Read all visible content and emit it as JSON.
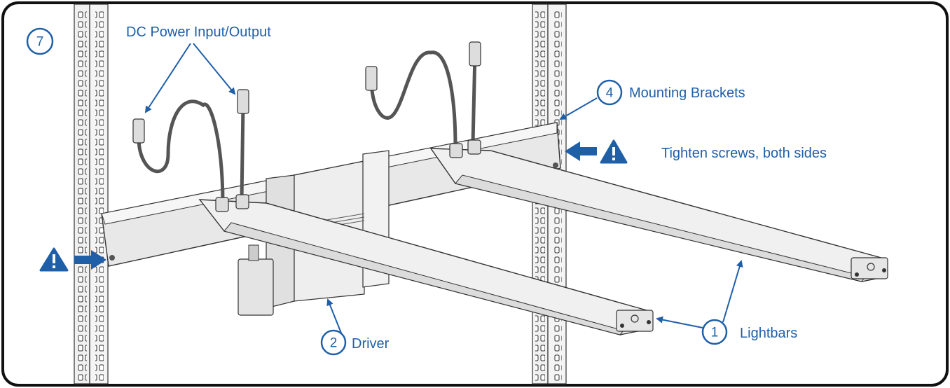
{
  "step": "7",
  "accent_color": "#1f5fa8",
  "callouts": {
    "dc_power": "DC Power Input/Output",
    "mounting": {
      "number": "4",
      "label": "Mounting Brackets"
    },
    "tighten": "Tighten screws, both sides",
    "driver": {
      "number": "2",
      "label": "Driver"
    },
    "lightbars": {
      "number": "1",
      "label": "Lightbars"
    }
  },
  "icons": [
    "warning-icon",
    "arrow-right-icon",
    "arrow-left-icon"
  ]
}
